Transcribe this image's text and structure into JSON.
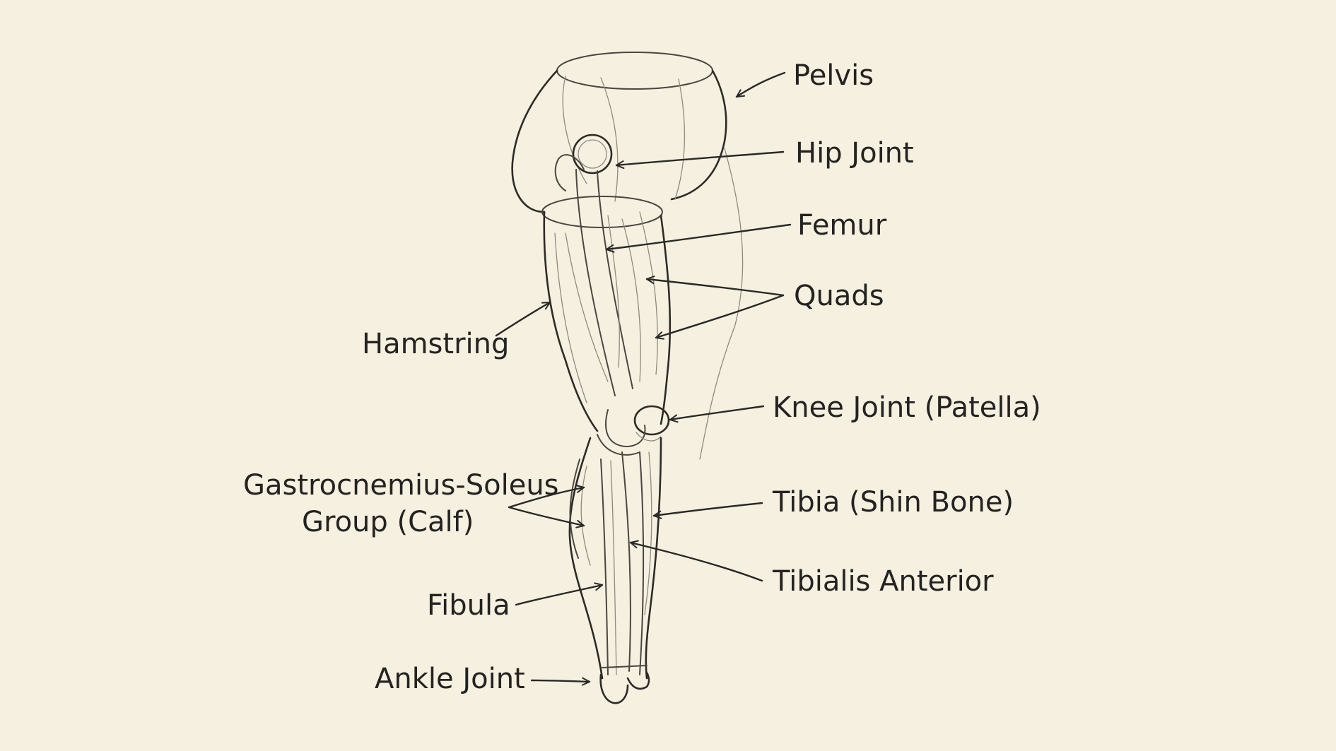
{
  "labels": {
    "pelvis": "Pelvis",
    "hip_joint": "Hip Joint",
    "femur": "Femur",
    "quads": "Quads",
    "hamstring": "Hamstring",
    "knee_joint": "Knee Joint (Patella)",
    "gastrocnemius_line1": "Gastrocnemius-Soleus",
    "gastrocnemius_line2": "Group (Calf)",
    "tibia": "Tibia (Shin Bone)",
    "tibialis_anterior": "Tibialis Anterior",
    "fibula": "Fibula",
    "ankle_joint": "Ankle Joint"
  },
  "colors": {
    "paper": "#f5f0e0",
    "ink": "#2b2926"
  }
}
